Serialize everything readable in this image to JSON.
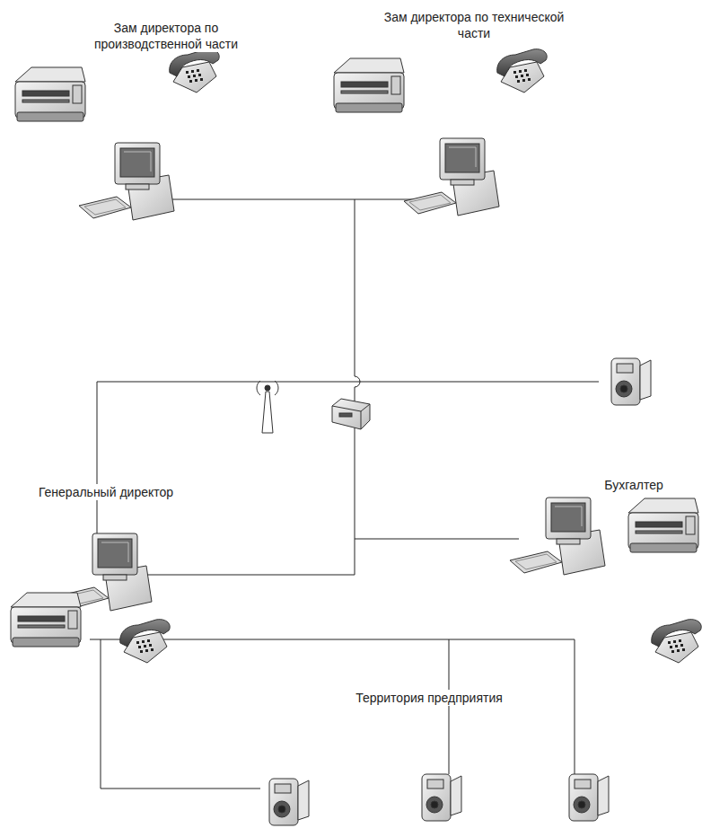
{
  "diagram": {
    "labels": [
      "Зам директора по производственной части",
      "Зам директора по технической части",
      "Бухгалтер",
      "Генеральный директор",
      "Территория предприятия"
    ]
  }
}
